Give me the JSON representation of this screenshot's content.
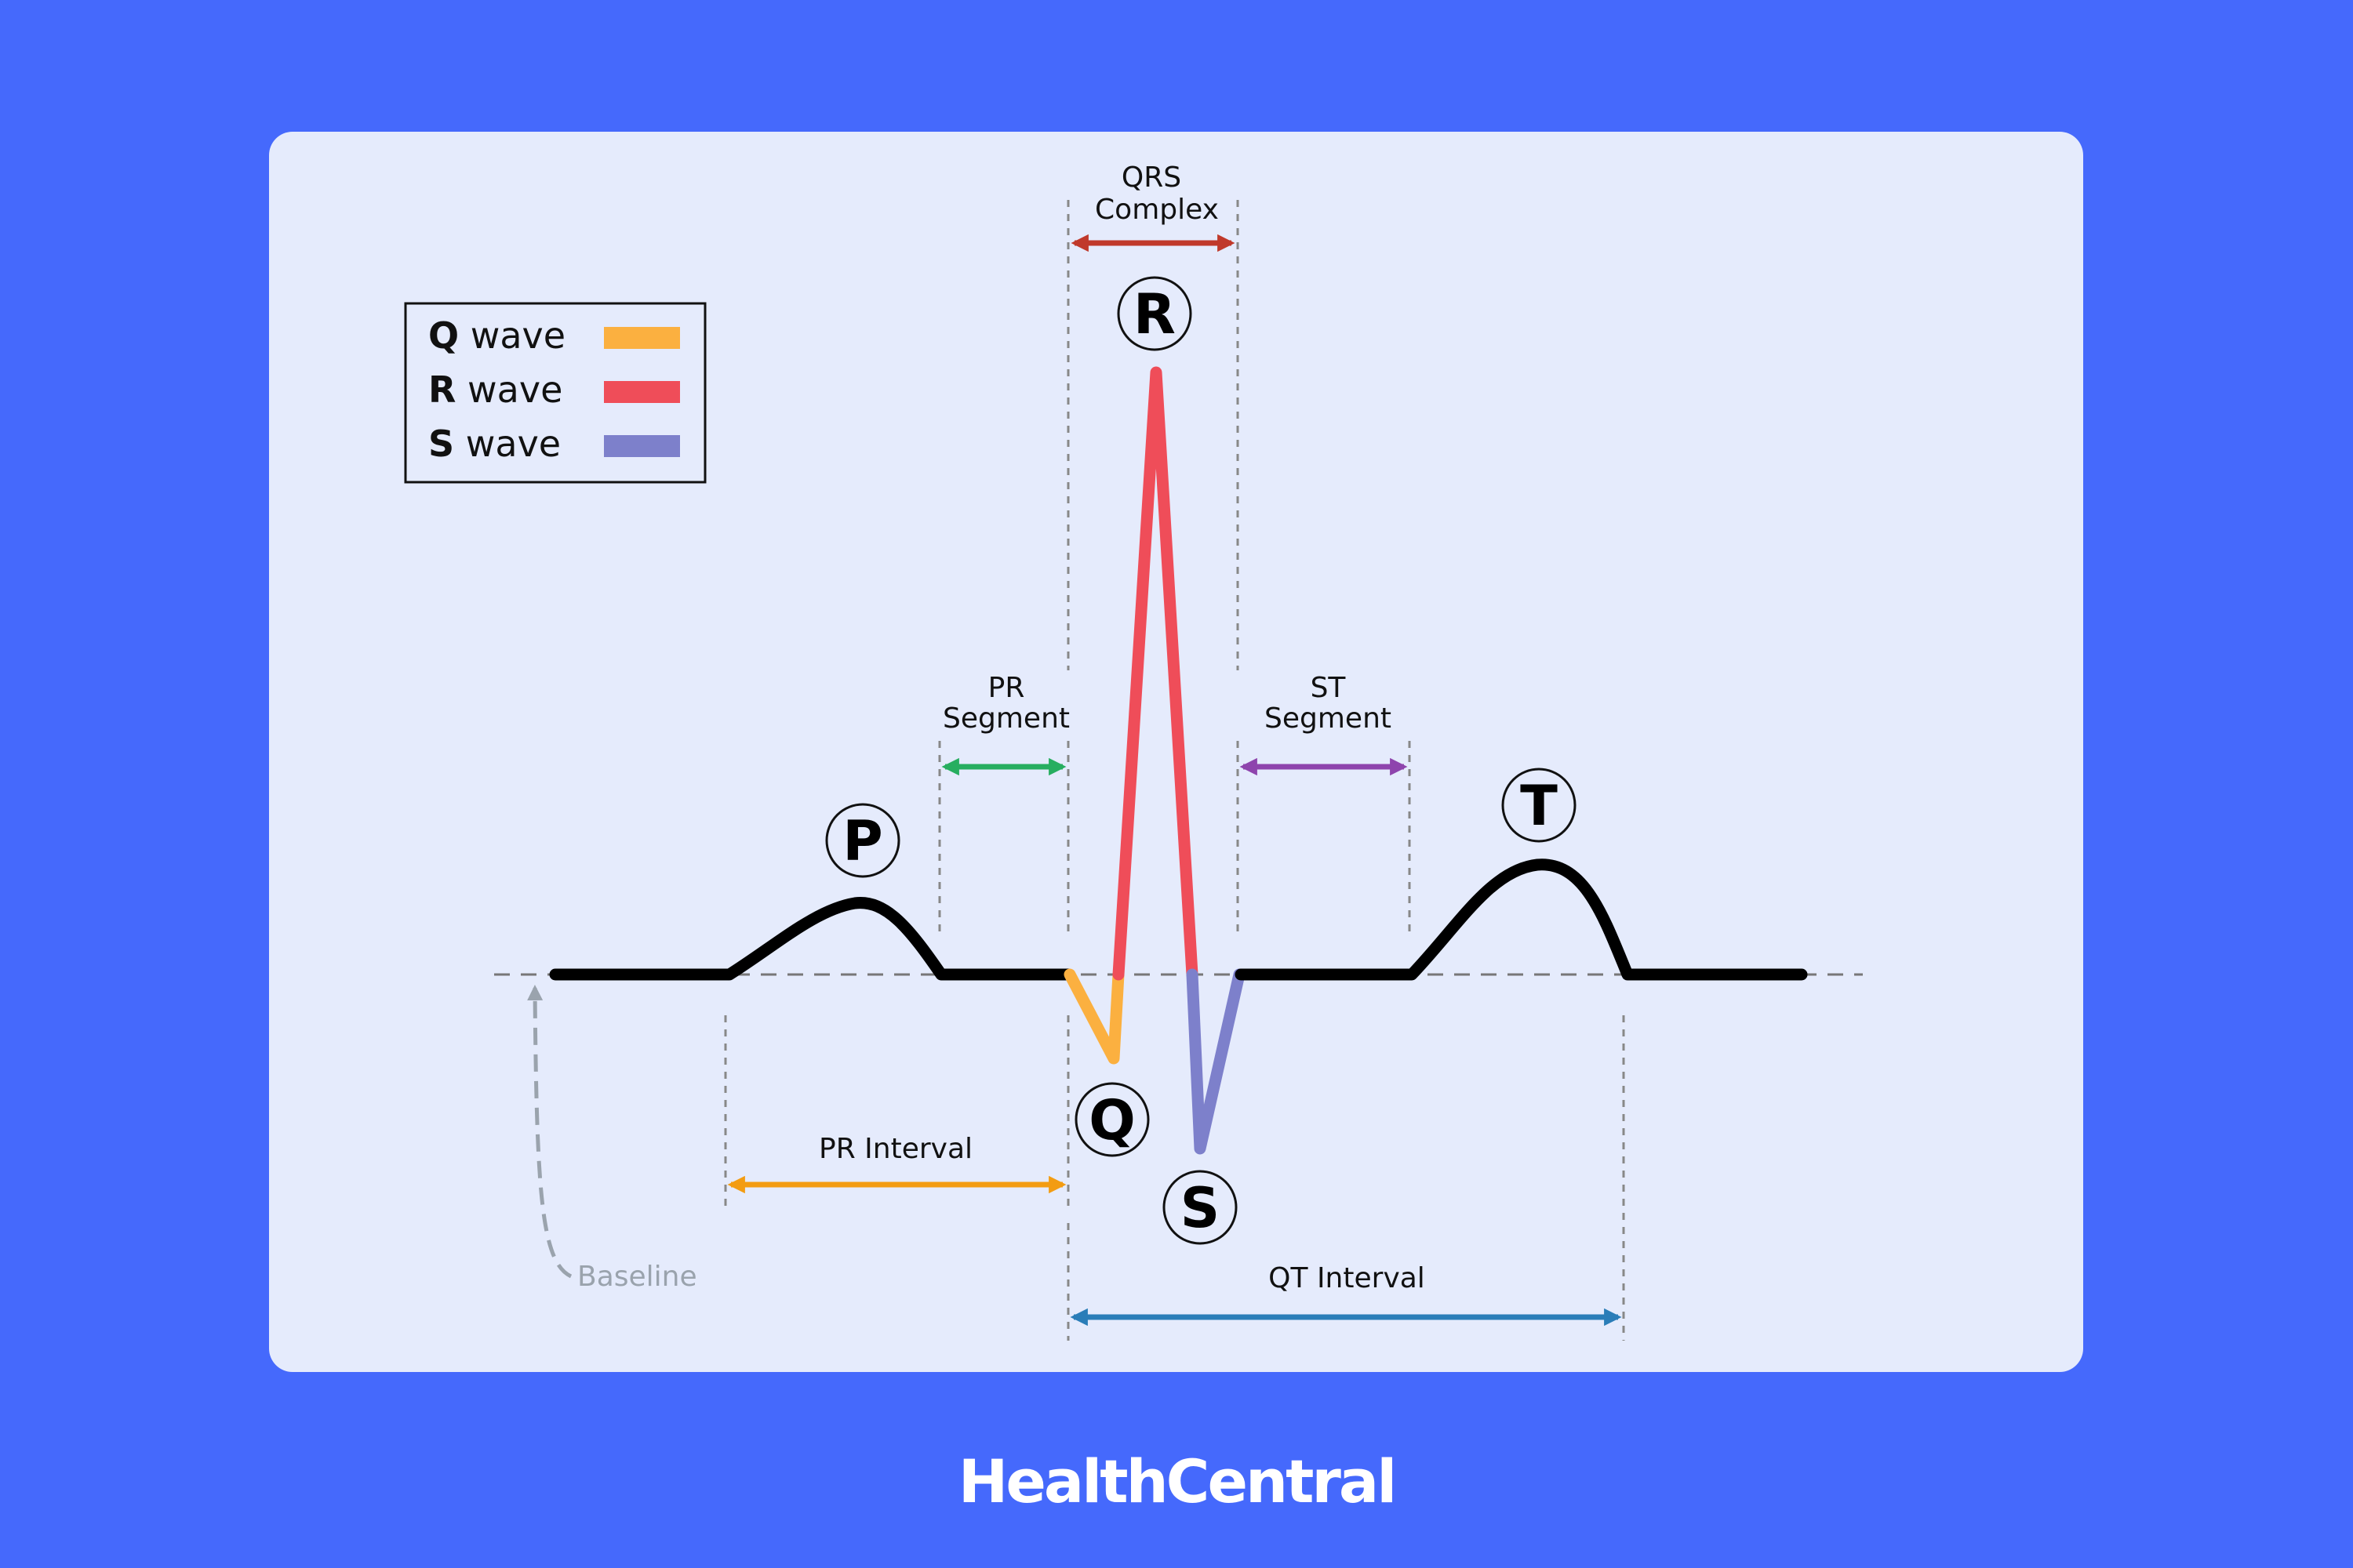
{
  "legend": {
    "items": [
      {
        "key": "Q",
        "text": "wave",
        "color": "#FBB040"
      },
      {
        "key": "R",
        "text": "wave",
        "color": "#EF4D59"
      },
      {
        "key": "S",
        "text": "wave",
        "color": "#7D80CB"
      }
    ]
  },
  "waves": {
    "p": "P",
    "q": "Q",
    "r": "R",
    "s": "S",
    "t": "T"
  },
  "labels": {
    "qrs_line1": "QRS",
    "qrs_line2": "Complex",
    "pr_segment_line1": "PR",
    "pr_segment_line2": "Segment",
    "st_segment_line1": "ST",
    "st_segment_line2": "Segment",
    "pr_interval": "PR Interval",
    "qt_interval": "QT Interval",
    "baseline": "Baseline"
  },
  "colors": {
    "background": "#4569FC",
    "panel": "#E5EBFC",
    "qrs_arrow": "#C0392B",
    "pr_segment_arrow": "#27AE60",
    "st_segment_arrow": "#8E44AD",
    "pr_interval_arrow": "#F39C12",
    "qt_interval_arrow": "#2A7DB8",
    "baseline_arrow": "#9AA3AD"
  },
  "brand": "HealthCentral"
}
